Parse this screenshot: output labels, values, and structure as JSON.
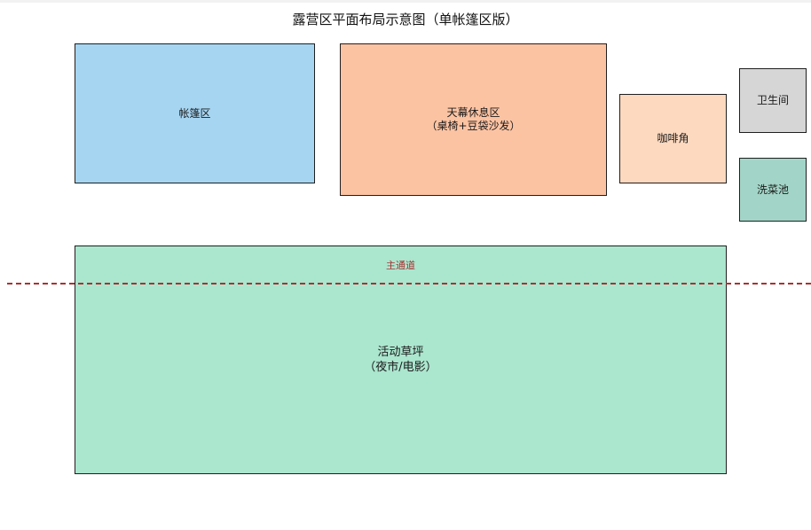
{
  "title": "露营区平面布局示意图（单帐篷区版）",
  "zones": {
    "tent": {
      "line1": "帐篷区",
      "color": "#a6d5f2"
    },
    "canopy": {
      "line1": "天幕休息区",
      "line2": "（桌椅+豆袋沙发）",
      "color": "#fcc3a3"
    },
    "cafe": {
      "line1": "咖啡角",
      "color": "#fdd9bf"
    },
    "toilet": {
      "line1": "卫生间",
      "color": "#d6d6d6"
    },
    "sink": {
      "line1": "洗菜池",
      "color": "#a2d5c7"
    },
    "lawn": {
      "line1": "活动草坪",
      "line2": "（夜市/电影）",
      "color": "#abe6cf"
    }
  },
  "road": {
    "label": "主通道",
    "color": "#a83232"
  }
}
